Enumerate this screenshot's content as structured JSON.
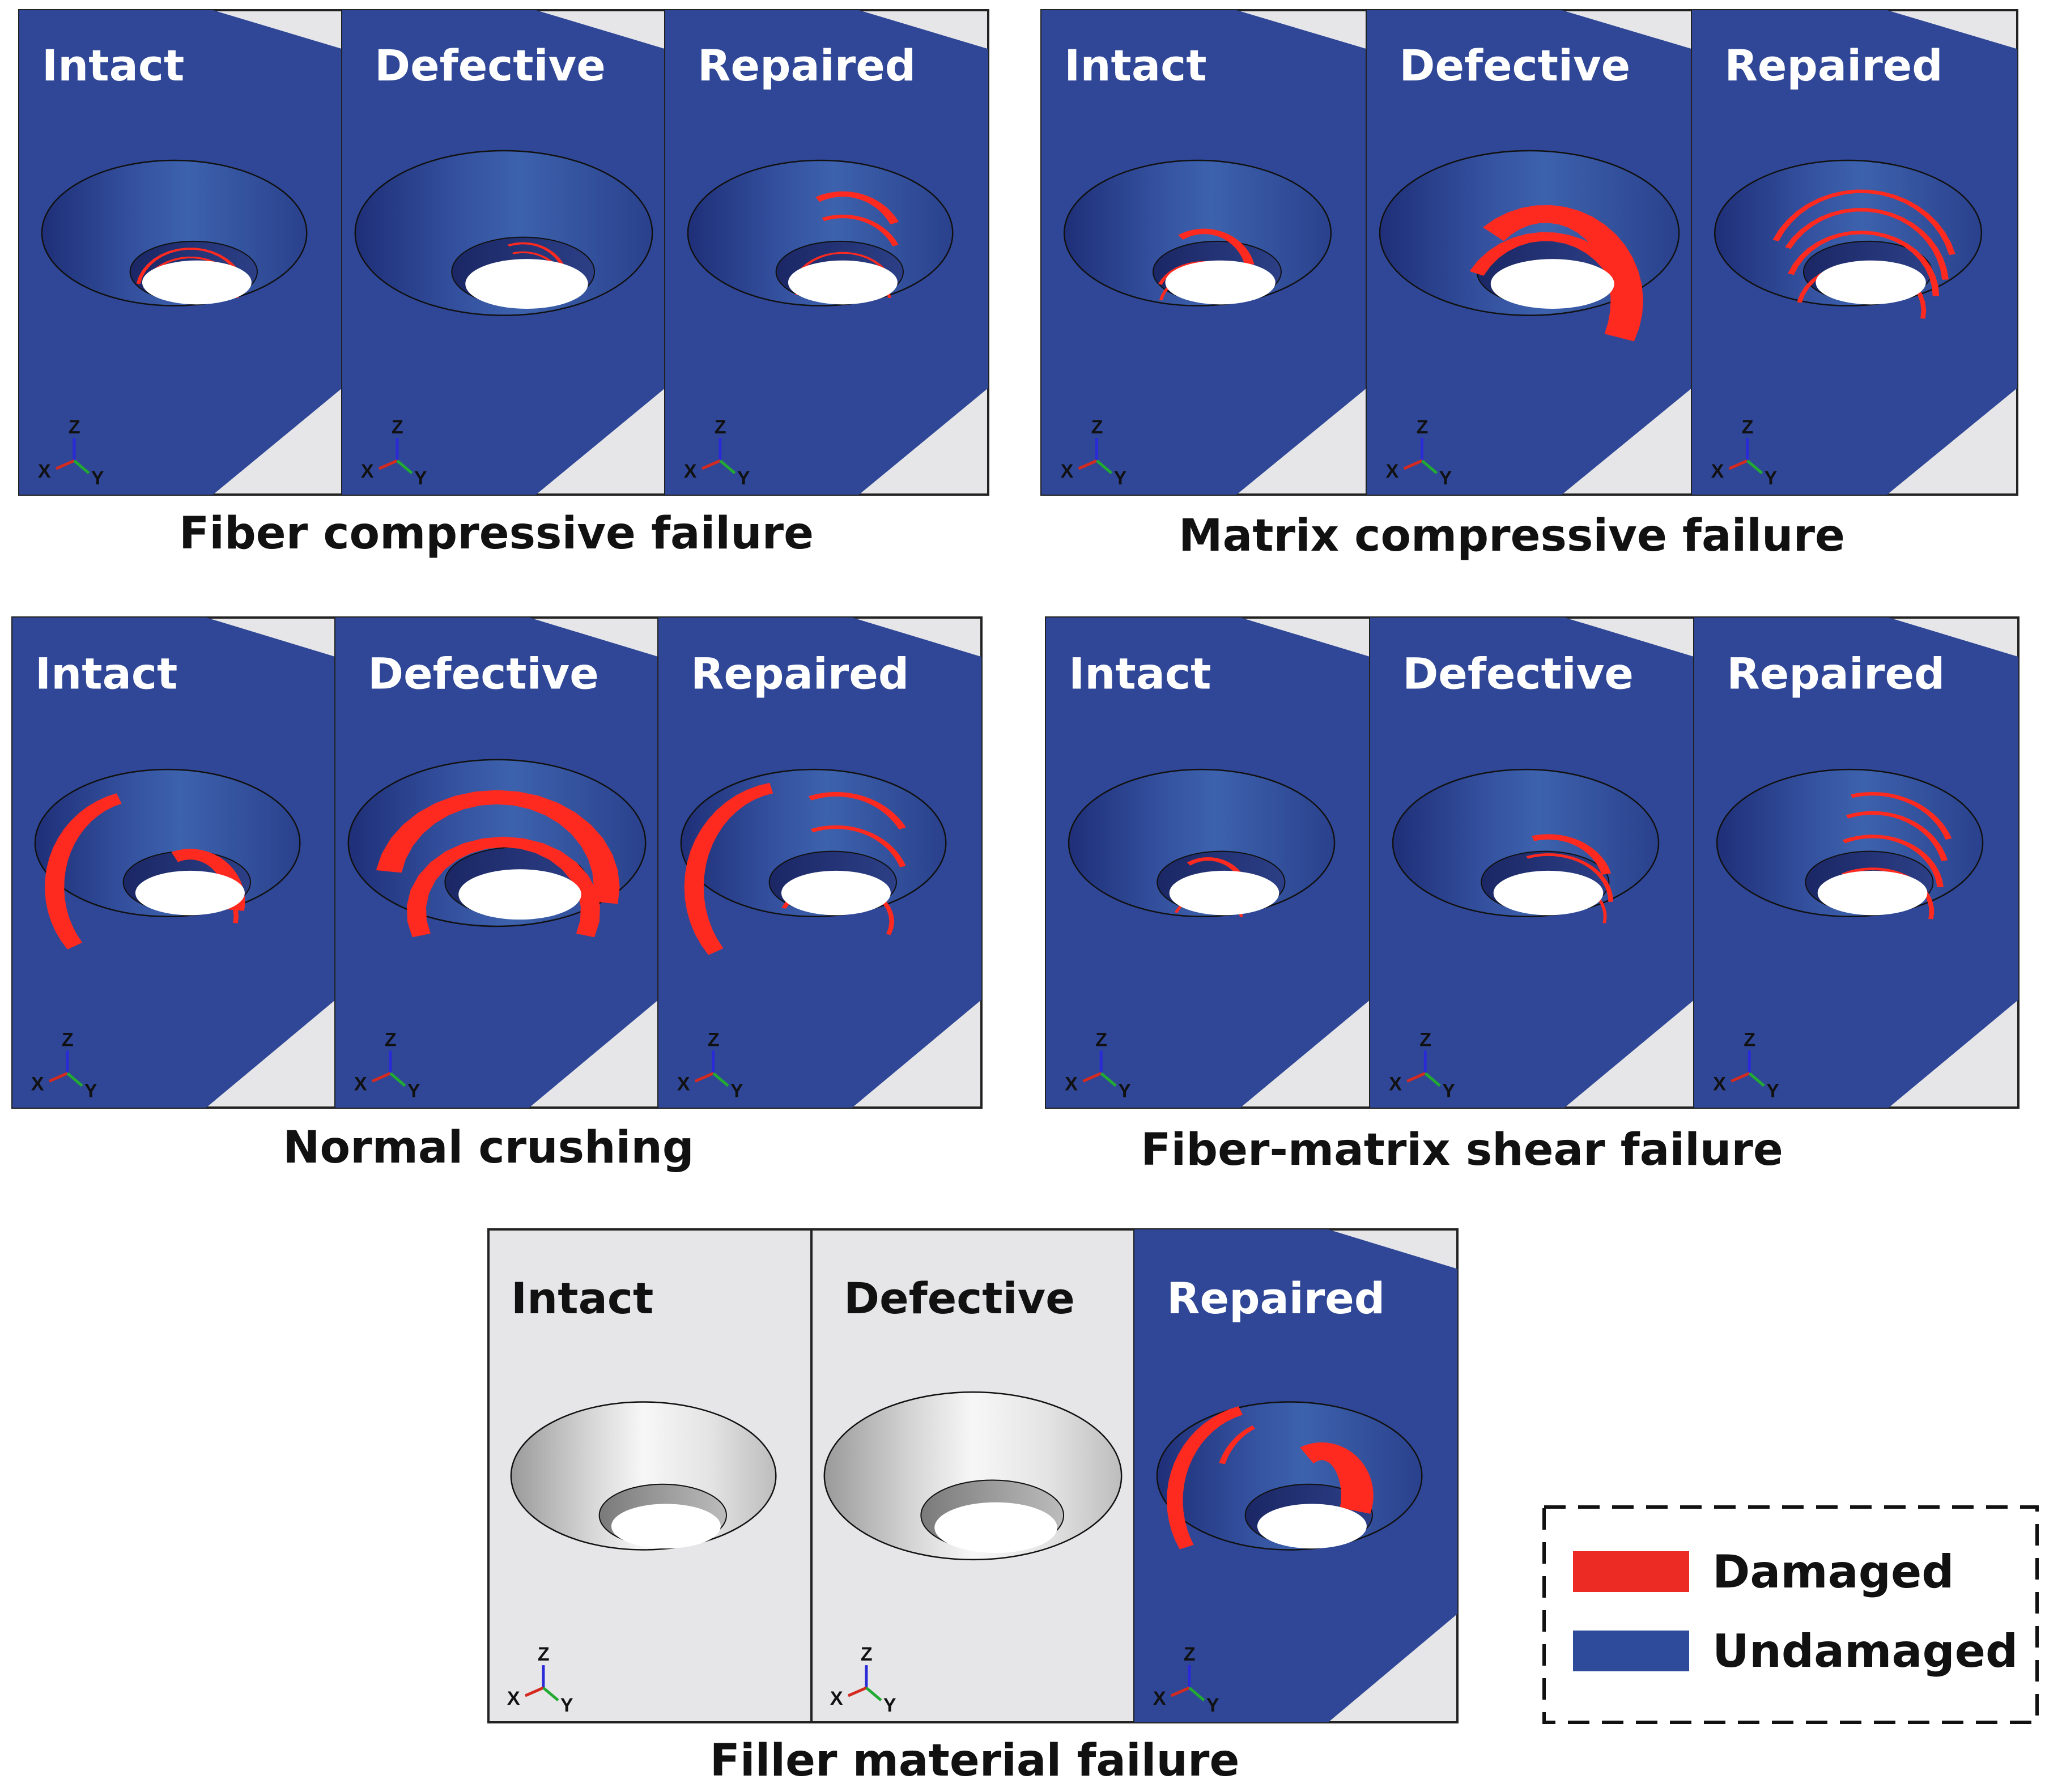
{
  "groups": [
    {
      "caption": "Fiber compressive failure",
      "panels": [
        {
          "label": "Intact",
          "theme": "blue",
          "damage": "fc_intact"
        },
        {
          "label": "Defective",
          "theme": "blue",
          "damage": "fc_defective"
        },
        {
          "label": "Repaired",
          "theme": "blue",
          "damage": "fc_repaired"
        }
      ]
    },
    {
      "caption": "Matrix compressive failure",
      "panels": [
        {
          "label": "Intact",
          "theme": "blue",
          "damage": "mc_intact"
        },
        {
          "label": "Defective",
          "theme": "blue",
          "damage": "mc_defective"
        },
        {
          "label": "Repaired",
          "theme": "blue",
          "damage": "mc_repaired"
        }
      ]
    },
    {
      "caption": "Normal crushing",
      "panels": [
        {
          "label": "Intact",
          "theme": "blue",
          "damage": "nc_intact"
        },
        {
          "label": "Defective",
          "theme": "blue",
          "damage": "nc_defective"
        },
        {
          "label": "Repaired",
          "theme": "blue",
          "damage": "nc_repaired"
        }
      ]
    },
    {
      "caption": "Fiber-matrix shear failure",
      "panels": [
        {
          "label": "Intact",
          "theme": "blue",
          "damage": "fm_intact"
        },
        {
          "label": "Defective",
          "theme": "blue",
          "damage": "fm_defective"
        },
        {
          "label": "Repaired",
          "theme": "blue",
          "damage": "fm_repaired"
        }
      ]
    },
    {
      "caption": "Filler material failure",
      "panels": [
        {
          "label": "Intact",
          "theme": "gray",
          "damage": "none"
        },
        {
          "label": "Defective",
          "theme": "gray",
          "damage": "none"
        },
        {
          "label": "Repaired",
          "theme": "blue",
          "damage": "ff_repaired"
        }
      ]
    }
  ],
  "axis_triad": {
    "z": "Z",
    "x": "X",
    "y": "Y"
  },
  "legend": {
    "items": [
      {
        "label": "Damaged",
        "color": "#ec2b25"
      },
      {
        "label": "Undamaged",
        "color": "#2e4a9a"
      }
    ]
  },
  "colors": {
    "plate_blue": "#2f4796",
    "background_gray": "#e6e6e8",
    "damage_red": "#ff2a1f",
    "hole_white": "#ffffff"
  }
}
